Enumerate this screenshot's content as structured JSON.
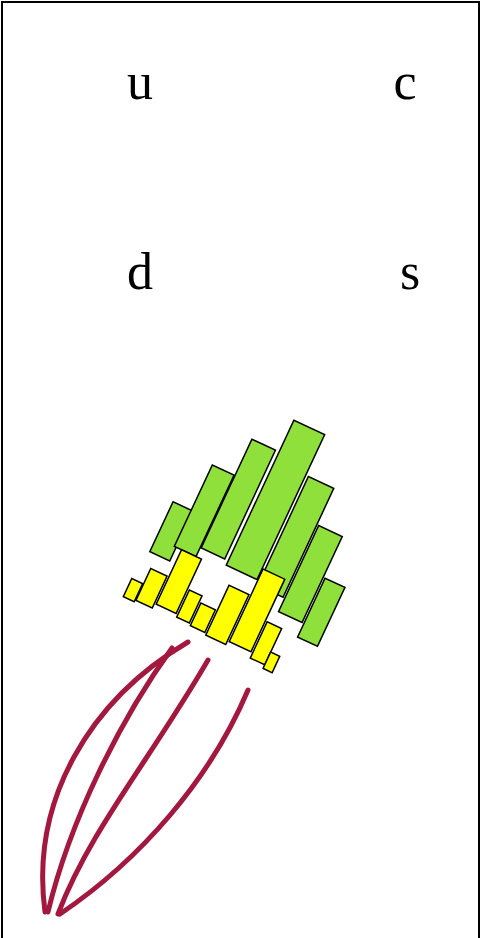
{
  "diagram": {
    "labels": [
      "u",
      "c",
      "d",
      "s"
    ]
  }
}
